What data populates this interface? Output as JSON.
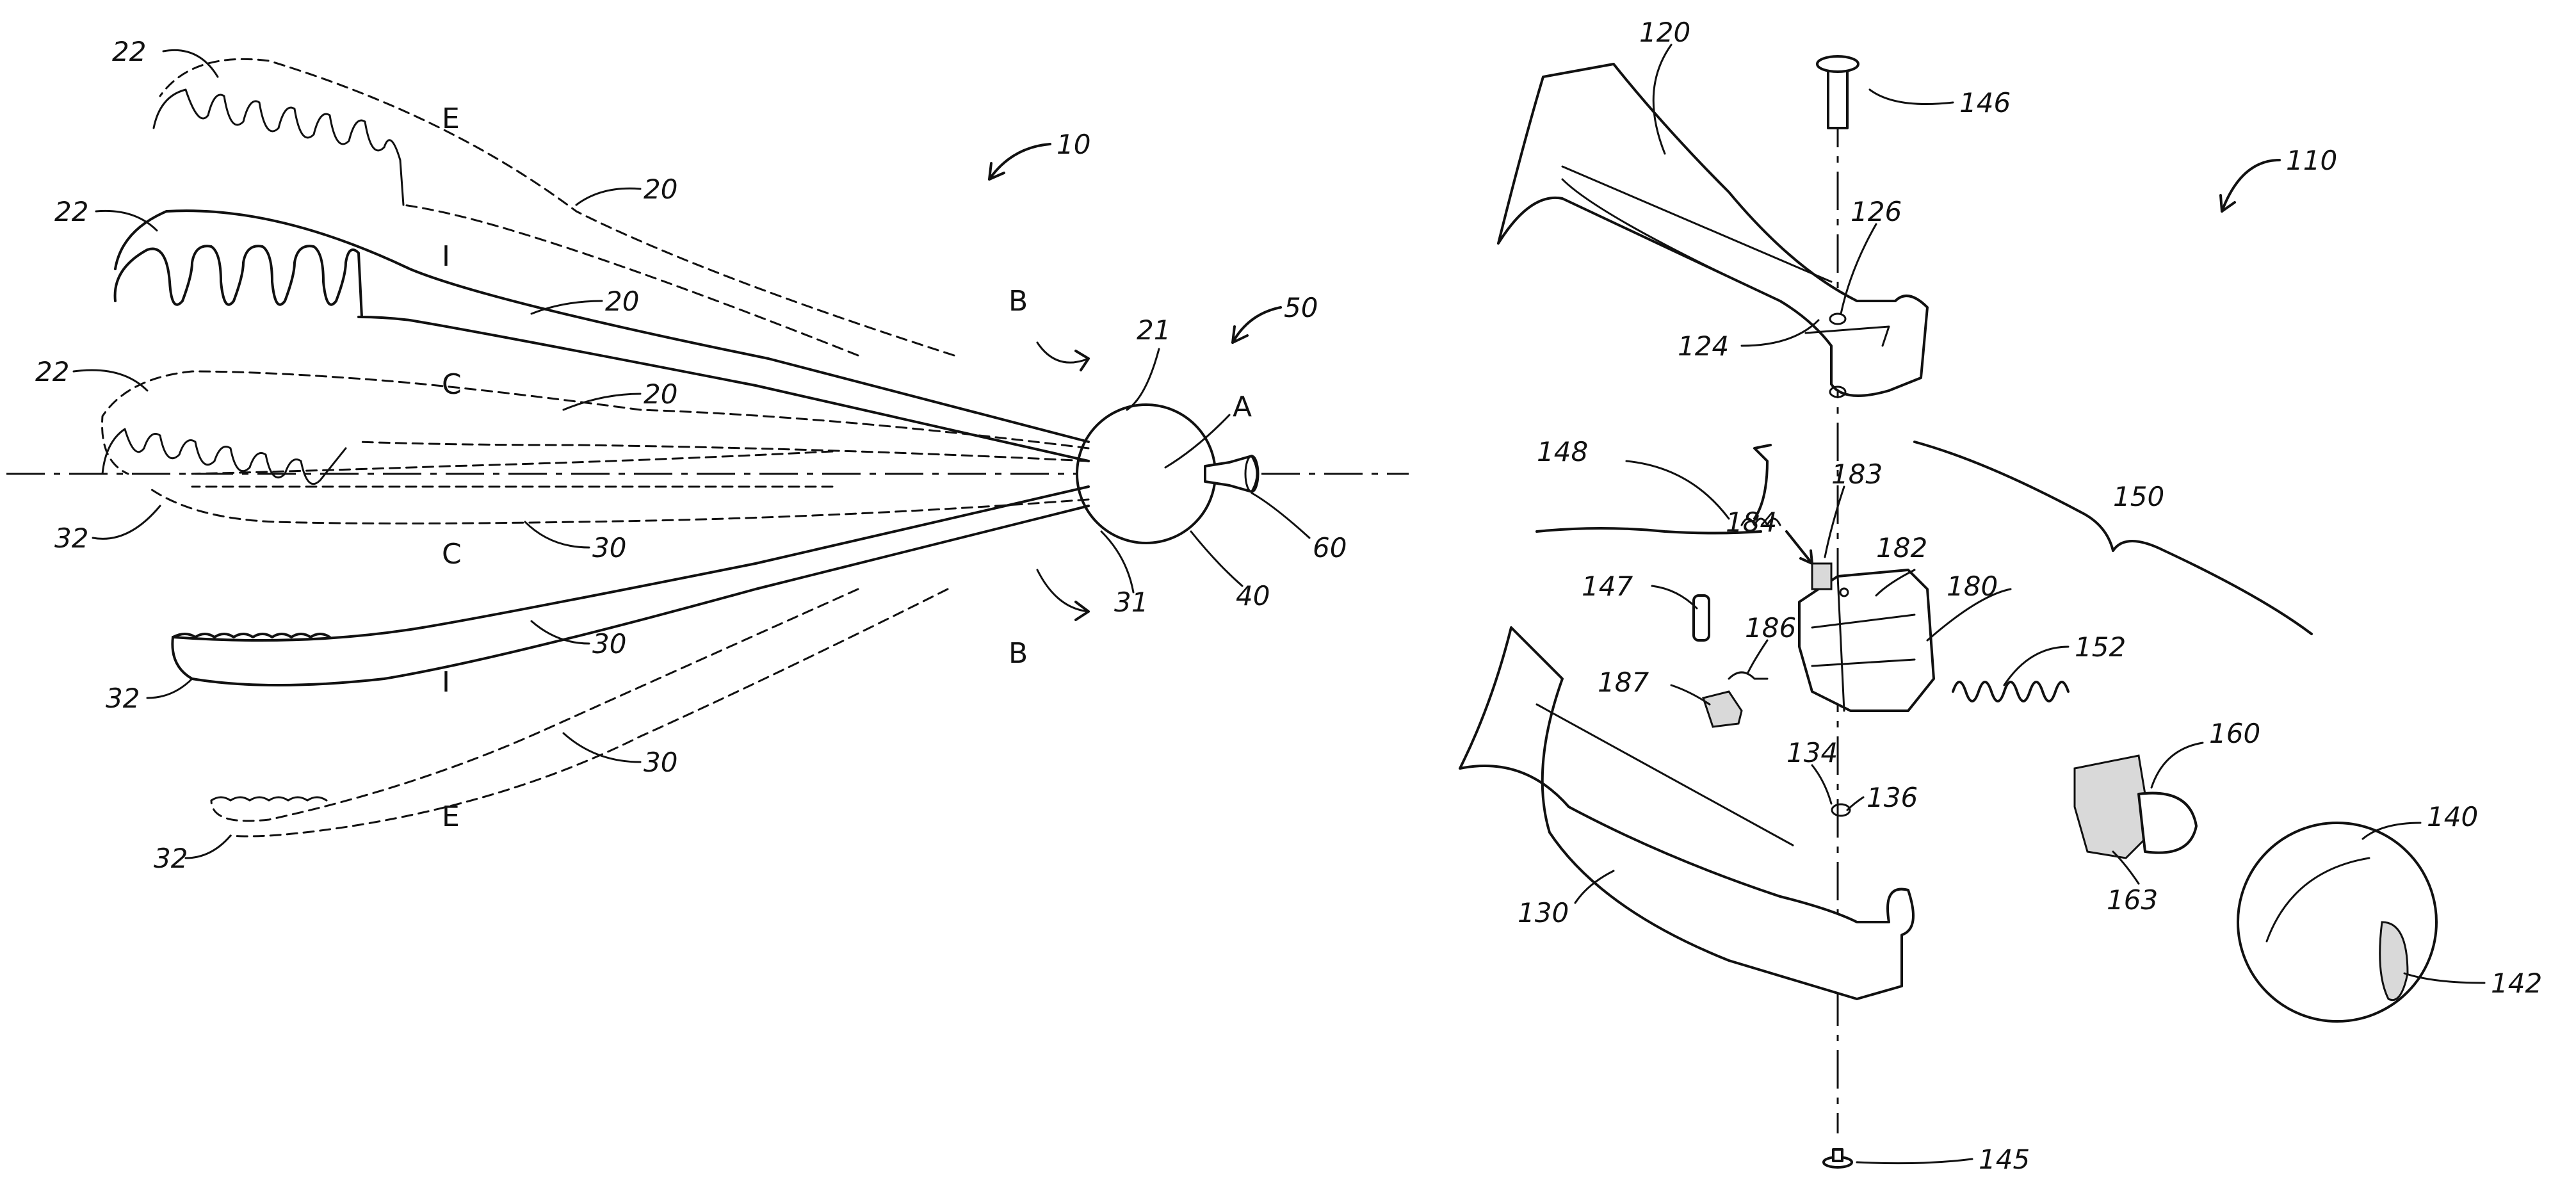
{
  "figure_left": {
    "labels": {
      "l10": "10",
      "l50": "50",
      "lA": "A",
      "l60": "60",
      "l40": "40",
      "l21": "21",
      "l31": "31",
      "lB_top": "B",
      "lB_bot": "B",
      "l22_a": "22",
      "l22_b": "22",
      "l22_c": "22",
      "l20_a": "20",
      "l20_b": "20",
      "l20_c": "20",
      "l30_a": "30",
      "l30_b": "30",
      "l30_c": "30",
      "l32_a": "32",
      "l32_b": "32",
      "l32_c": "32",
      "lE_top": "E",
      "lI_top": "I",
      "lC_top": "C",
      "lC_bot": "C",
      "lI_bot": "I",
      "lE_bot": "E"
    }
  },
  "figure_right": {
    "labels": {
      "l110": "110",
      "l120": "120",
      "l146": "146",
      "l126": "126",
      "l124": "124",
      "l148": "148",
      "l183": "183",
      "l184": "184",
      "l182": "182",
      "l180": "180",
      "l150": "150",
      "l152": "152",
      "l147": "147",
      "l186": "186",
      "l187": "187",
      "l134": "134",
      "l136": "136",
      "l160": "160",
      "l163": "163",
      "l140": "140",
      "l142": "142",
      "l130": "130",
      "l145": "145"
    }
  }
}
